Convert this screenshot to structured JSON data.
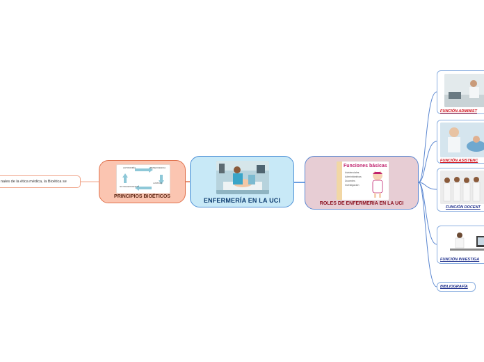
{
  "central": {
    "title": "ENFERMERÍA EN LA UCI"
  },
  "left_branch": {
    "title": "PRINCIPIOS BIOÉTICOS",
    "cycle_labels": [
      "AUTONOMÍA",
      "BENEFICENCIA",
      "JUSTICIA",
      "NO MALEFICENCIA"
    ],
    "sub_text": "nales de la ética médica, la Bioética se"
  },
  "right_branch": {
    "title": "ROLES DE ENFERMERIA EN LA UCI",
    "slide_title": "Funciones básicas",
    "slide_items": [
      "Asistenciales",
      "Administrativas",
      "Docentes",
      "Investigación"
    ],
    "children": [
      {
        "label": "FUNCIÓN ADMINIST",
        "color": "#d0101a"
      },
      {
        "label": "FUNCIÓN ASISTENC",
        "color": "#d0101a"
      },
      {
        "label": "FUNCIÓN DOCENT",
        "color": "#1a2b8a"
      },
      {
        "label": "FUNCIÓN INVESTIGA",
        "color": "#1a2b8a"
      },
      {
        "label": "BIBLIOGRAFÍA",
        "color": "#1a2b8a"
      }
    ]
  },
  "colors": {
    "central_fill": "#c8e9f7",
    "left_fill": "#fbc5b1",
    "right_fill": "#e7cdd4",
    "link_blue": "#3b7fd9",
    "link_orange": "#e0724d"
  }
}
